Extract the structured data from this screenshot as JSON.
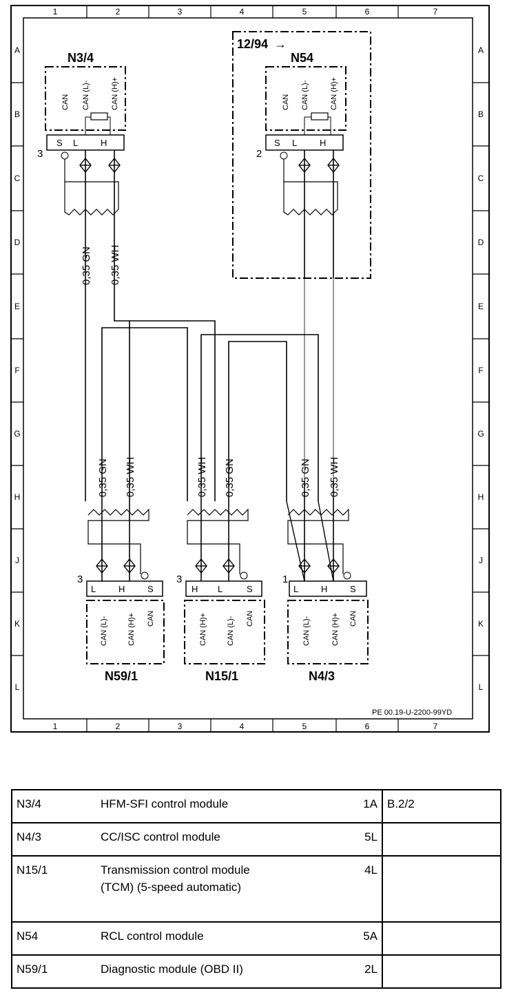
{
  "grid": {
    "columns": [
      "1",
      "2",
      "3",
      "4",
      "5",
      "6",
      "7"
    ],
    "rows": [
      "A",
      "B",
      "C",
      "D",
      "E",
      "F",
      "G",
      "H",
      "J",
      "K",
      "L"
    ]
  },
  "components": {
    "n3_4": {
      "label": "N3/4",
      "pins": [
        "S",
        "L",
        "H"
      ],
      "can_labels": [
        "CAN",
        "CAN (L)-",
        "CAN (H)+"
      ],
      "connector": "3"
    },
    "n54": {
      "label": "N54",
      "note": "12/94",
      "pins": [
        "S",
        "L",
        "H"
      ],
      "can_labels": [
        "CAN",
        "CAN (L)-",
        "CAN (H)+"
      ],
      "connector": "2"
    },
    "n59_1": {
      "label": "N59/1",
      "pins": [
        "L",
        "H",
        "S"
      ],
      "can_labels": [
        "CAN (L)-",
        "CAN (H)+",
        "CAN"
      ],
      "connector": "3"
    },
    "n15_1": {
      "label": "N15/1",
      "pins": [
        "H",
        "L",
        "S"
      ],
      "can_labels": [
        "CAN (H)+",
        "CAN (L)-",
        "CAN"
      ],
      "connector": "3"
    },
    "n4_3": {
      "label": "N4/3",
      "pins": [
        "L",
        "H",
        "S"
      ],
      "can_labels": [
        "CAN (L)-",
        "CAN (H)+",
        "CAN"
      ],
      "connector": "1"
    }
  },
  "wires": {
    "gn": "0,35 GN",
    "wh": "0,35 WH"
  },
  "drawing_ref": "PE 00.19-U-2200-99YD",
  "legend": [
    {
      "code": "N3/4",
      "description": [
        "HFM-SFI control module"
      ],
      "location": "1A",
      "ref": "B.2/2"
    },
    {
      "code": "N4/3",
      "description": [
        "CC/ISC control module"
      ],
      "location": "5L",
      "ref": ""
    },
    {
      "code": "N15/1",
      "description": [
        "Transmission control module",
        "(TCM) (5-speed automatic)"
      ],
      "location": "4L",
      "ref": ""
    },
    {
      "code": "N54",
      "description": [
        "RCL control module"
      ],
      "location": "5A",
      "ref": ""
    },
    {
      "code": "N59/1",
      "description": [
        "Diagnostic module (OBD II)"
      ],
      "location": "2L",
      "ref": ""
    }
  ]
}
